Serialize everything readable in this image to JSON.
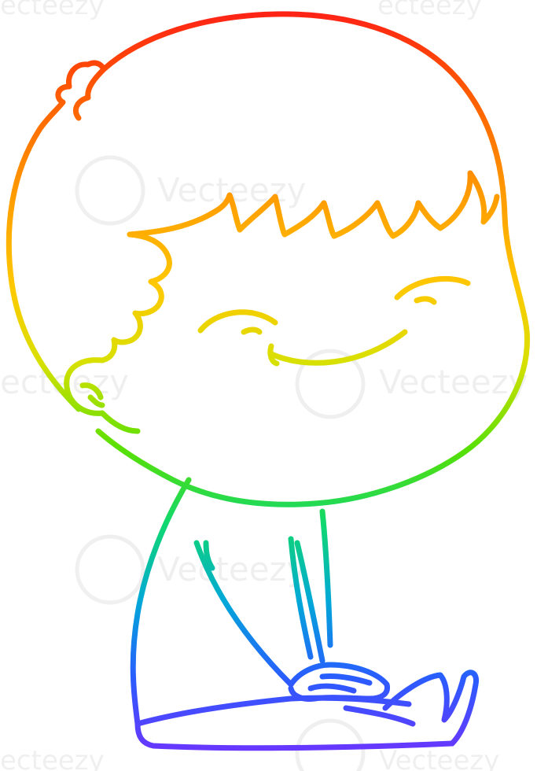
{
  "illustration": {
    "subject": "cartoon-smiling-boy-sitting",
    "style": "rainbow-gradient-line-art",
    "gradient_colors": [
      "#ff1a1a",
      "#ff7a00",
      "#ffc800",
      "#b8e000",
      "#22e000",
      "#00c8a0",
      "#1a8cff",
      "#3a2cff",
      "#7a2cff"
    ]
  },
  "watermark": {
    "text": "Vecteezy",
    "partial_text": "ecteezy"
  }
}
